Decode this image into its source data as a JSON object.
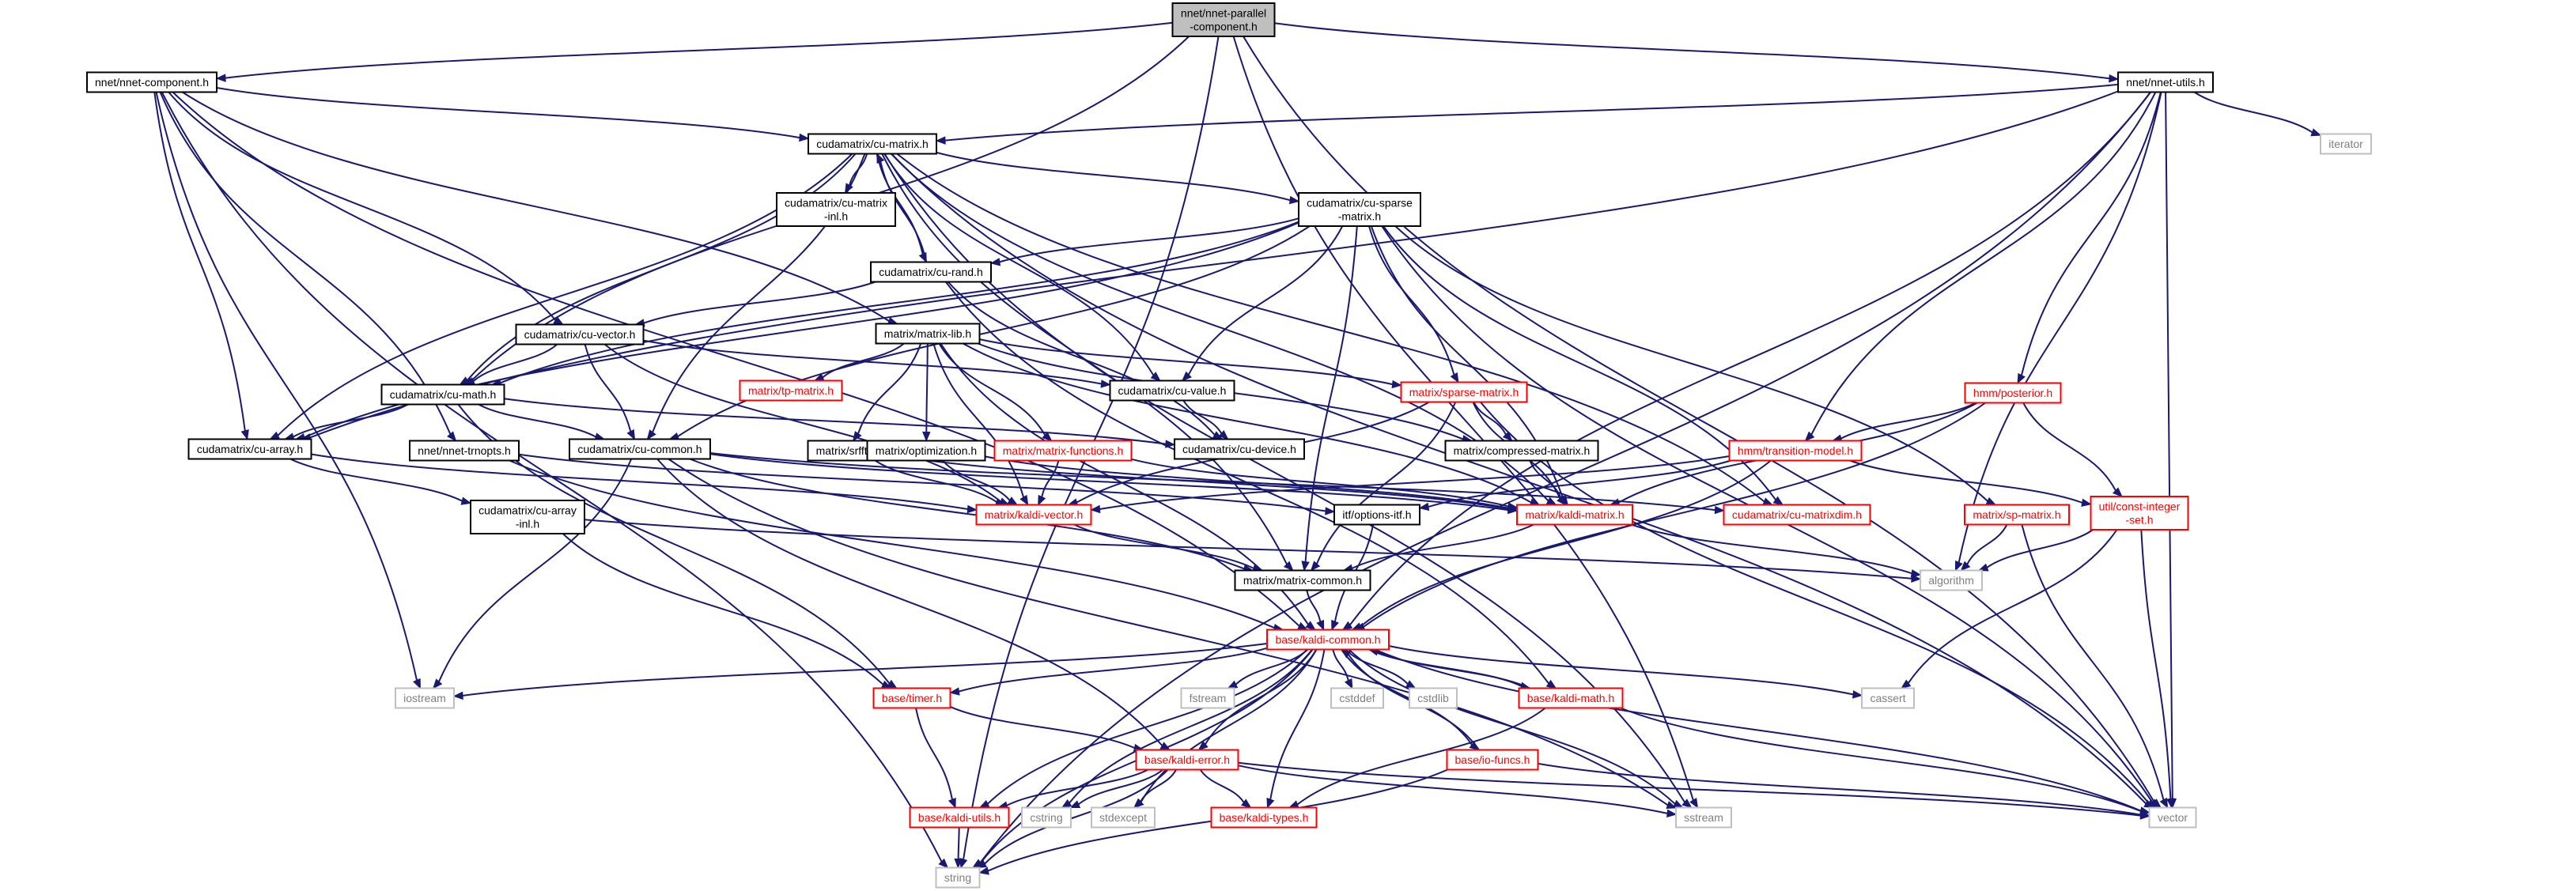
{
  "colors": {
    "edge": "#191970",
    "node_border": "#000000",
    "node_border_red": "#ff0000",
    "node_border_gray": "#bfbfbf",
    "root_fill": "#bfbfbf",
    "text": "#000000",
    "text_gray": "#7f7f7f"
  },
  "nodes": [
    {
      "id": "root",
      "style": "root",
      "lines": [
        "nnet/nnet-parallel",
        "-component.h"
      ]
    },
    {
      "id": "nnetcomp",
      "style": "black",
      "lines": [
        "nnet/nnet-component.h"
      ]
    },
    {
      "id": "nnetutils",
      "style": "black",
      "lines": [
        "nnet/nnet-utils.h"
      ]
    },
    {
      "id": "cumatrix",
      "style": "black",
      "lines": [
        "cudamatrix/cu-matrix.h"
      ]
    },
    {
      "id": "iterator",
      "style": "gray",
      "lines": [
        "iterator"
      ]
    },
    {
      "id": "cumatrixinl",
      "style": "black",
      "lines": [
        "cudamatrix/cu-matrix",
        "-inl.h"
      ]
    },
    {
      "id": "cusparse",
      "style": "black",
      "lines": [
        "cudamatrix/cu-sparse",
        "-matrix.h"
      ]
    },
    {
      "id": "curand",
      "style": "black",
      "lines": [
        "cudamatrix/cu-rand.h"
      ]
    },
    {
      "id": "cuvector",
      "style": "black",
      "lines": [
        "cudamatrix/cu-vector.h"
      ]
    },
    {
      "id": "matrixlib",
      "style": "black",
      "lines": [
        "matrix/matrix-lib.h"
      ]
    },
    {
      "id": "tpmatrix",
      "style": "red",
      "lines": [
        "matrix/tp-matrix.h"
      ]
    },
    {
      "id": "cuvalue",
      "style": "black",
      "lines": [
        "cudamatrix/cu-value.h"
      ]
    },
    {
      "id": "sparsematrix",
      "style": "red",
      "lines": [
        "matrix/sparse-matrix.h"
      ]
    },
    {
      "id": "posterior",
      "style": "red",
      "lines": [
        "hmm/posterior.h"
      ]
    },
    {
      "id": "cumath",
      "style": "black",
      "lines": [
        "cudamatrix/cu-math.h"
      ]
    },
    {
      "id": "cuarray",
      "style": "black",
      "lines": [
        "cudamatrix/cu-array.h"
      ]
    },
    {
      "id": "nnettrnopts",
      "style": "black",
      "lines": [
        "nnet/nnet-trnopts.h"
      ]
    },
    {
      "id": "cucommon",
      "style": "black",
      "lines": [
        "cudamatrix/cu-common.h"
      ]
    },
    {
      "id": "srfft",
      "style": "black",
      "lines": [
        "matrix/srfft.h"
      ]
    },
    {
      "id": "optimization",
      "style": "black",
      "lines": [
        "matrix/optimization.h"
      ]
    },
    {
      "id": "matrixfunctions",
      "style": "red",
      "lines": [
        "matrix/matrix-functions.h"
      ]
    },
    {
      "id": "cudevice",
      "style": "black",
      "lines": [
        "cudamatrix/cu-device.h"
      ]
    },
    {
      "id": "compressed",
      "style": "black",
      "lines": [
        "matrix/compressed-matrix.h"
      ]
    },
    {
      "id": "transmodel",
      "style": "red",
      "lines": [
        "hmm/transition-model.h"
      ]
    },
    {
      "id": "cuarrayinl",
      "style": "black",
      "lines": [
        "cudamatrix/cu-array",
        "-inl.h"
      ]
    },
    {
      "id": "kaldivector",
      "style": "red",
      "lines": [
        "matrix/kaldi-vector.h"
      ]
    },
    {
      "id": "optionsitf",
      "style": "black",
      "lines": [
        "itf/options-itf.h"
      ]
    },
    {
      "id": "kaldimatrix",
      "style": "red",
      "lines": [
        "matrix/kaldi-matrix.h"
      ]
    },
    {
      "id": "cumatrixdim",
      "style": "red",
      "lines": [
        "cudamatrix/cu-matrixdim.h"
      ]
    },
    {
      "id": "spmatrix",
      "style": "red",
      "lines": [
        "matrix/sp-matrix.h"
      ]
    },
    {
      "id": "constint",
      "style": "red",
      "lines": [
        "util/const-integer",
        "-set.h"
      ]
    },
    {
      "id": "algorithm",
      "style": "gray",
      "lines": [
        "algorithm"
      ]
    },
    {
      "id": "matrixcommon",
      "style": "black",
      "lines": [
        "matrix/matrix-common.h"
      ]
    },
    {
      "id": "kaldicommon",
      "style": "red",
      "lines": [
        "base/kaldi-common.h"
      ]
    },
    {
      "id": "iostream",
      "style": "gray",
      "lines": [
        "iostream"
      ]
    },
    {
      "id": "timer",
      "style": "red",
      "lines": [
        "base/timer.h"
      ]
    },
    {
      "id": "fstream",
      "style": "gray",
      "lines": [
        "fstream"
      ]
    },
    {
      "id": "cstddef",
      "style": "gray",
      "lines": [
        "cstddef"
      ]
    },
    {
      "id": "cstdlib",
      "style": "gray",
      "lines": [
        "cstdlib"
      ]
    },
    {
      "id": "kaldimath",
      "style": "red",
      "lines": [
        "base/kaldi-math.h"
      ]
    },
    {
      "id": "cassert",
      "style": "gray",
      "lines": [
        "cassert"
      ]
    },
    {
      "id": "iofuncs",
      "style": "red",
      "lines": [
        "base/io-funcs.h"
      ]
    },
    {
      "id": "kaldierror",
      "style": "red",
      "lines": [
        "base/kaldi-error.h"
      ]
    },
    {
      "id": "kaldiutils",
      "style": "red",
      "lines": [
        "base/kaldi-utils.h"
      ]
    },
    {
      "id": "cstring",
      "style": "gray",
      "lines": [
        "cstring"
      ]
    },
    {
      "id": "stdexcept",
      "style": "gray",
      "lines": [
        "stdexcept"
      ]
    },
    {
      "id": "kalditypes",
      "style": "red",
      "lines": [
        "base/kaldi-types.h"
      ]
    },
    {
      "id": "sstream",
      "style": "gray",
      "lines": [
        "sstream"
      ]
    },
    {
      "id": "vector",
      "style": "gray",
      "lines": [
        "vector"
      ]
    },
    {
      "id": "string",
      "style": "gray",
      "lines": [
        "string"
      ]
    }
  ],
  "edges": [
    [
      "root",
      "nnetcomp"
    ],
    [
      "root",
      "nnetutils"
    ],
    [
      "root",
      "cumath"
    ],
    [
      "root",
      "vector"
    ],
    [
      "root",
      "string"
    ],
    [
      "root",
      "sstream"
    ],
    [
      "nnetcomp",
      "cumatrix"
    ],
    [
      "nnetcomp",
      "cuvector"
    ],
    [
      "nnetcomp",
      "matrixlib"
    ],
    [
      "nnetcomp",
      "cuarray"
    ],
    [
      "nnetcomp",
      "nnettrnopts"
    ],
    [
      "nnetcomp",
      "kaldicommon"
    ],
    [
      "nnetcomp",
      "iostream"
    ],
    [
      "nnetcomp",
      "string"
    ],
    [
      "nnetutils",
      "cumatrix"
    ],
    [
      "nnetutils",
      "iterator"
    ],
    [
      "nnetutils",
      "posterior"
    ],
    [
      "nnetutils",
      "transmodel"
    ],
    [
      "nnetutils",
      "cuarray"
    ],
    [
      "nnetutils",
      "algorithm"
    ],
    [
      "nnetutils",
      "kaldicommon"
    ],
    [
      "nnetutils",
      "vector"
    ],
    [
      "nnetutils",
      "string"
    ],
    [
      "cumatrix",
      "cumatrixinl"
    ],
    [
      "cumatrix",
      "cusparse"
    ],
    [
      "cumatrix",
      "curand"
    ],
    [
      "cumatrix",
      "cumath"
    ],
    [
      "cumatrix",
      "cuarray"
    ],
    [
      "cumatrix",
      "cucommon"
    ],
    [
      "cumatrix",
      "cuvalue"
    ],
    [
      "cumatrix",
      "kaldimatrix"
    ],
    [
      "cumatrix",
      "matrixcommon"
    ],
    [
      "cumatrix",
      "cumatrixdim"
    ],
    [
      "cumatrix",
      "sstream"
    ],
    [
      "cumatrix",
      "vector"
    ],
    [
      "cusparse",
      "curand"
    ],
    [
      "cusparse",
      "cuvalue"
    ],
    [
      "cusparse",
      "sparsematrix"
    ],
    [
      "cusparse",
      "cucommon"
    ],
    [
      "cusparse",
      "cumath"
    ],
    [
      "cusparse",
      "cuarray"
    ],
    [
      "cusparse",
      "kaldimatrix"
    ],
    [
      "cusparse",
      "matrixcommon"
    ],
    [
      "cusparse",
      "cumatrixdim"
    ],
    [
      "cusparse",
      "vector"
    ],
    [
      "cusparse",
      "spmatrix"
    ],
    [
      "curand",
      "cumatrix"
    ],
    [
      "curand",
      "cuvector"
    ],
    [
      "curand",
      "cudevice"
    ],
    [
      "curand",
      "kaldimath"
    ],
    [
      "cuvector",
      "cumath"
    ],
    [
      "cuvector",
      "cucommon"
    ],
    [
      "cuvector",
      "cuvalue"
    ],
    [
      "cuvector",
      "kaldivector"
    ],
    [
      "matrixlib",
      "tpmatrix"
    ],
    [
      "matrixlib",
      "sparsematrix"
    ],
    [
      "matrixlib",
      "srfft"
    ],
    [
      "matrixlib",
      "optimization"
    ],
    [
      "matrixlib",
      "matrixfunctions"
    ],
    [
      "matrixlib",
      "compressed"
    ],
    [
      "matrixlib",
      "kaldivector"
    ],
    [
      "matrixlib",
      "kaldimatrix"
    ],
    [
      "matrixlib",
      "kaldicommon"
    ],
    [
      "cuvalue",
      "cudevice"
    ],
    [
      "sparsematrix",
      "compressed"
    ],
    [
      "sparsematrix",
      "kaldimatrix"
    ],
    [
      "sparsematrix",
      "kaldivector"
    ],
    [
      "sparsematrix",
      "matrixcommon"
    ],
    [
      "sparsematrix",
      "vector"
    ],
    [
      "posterior",
      "transmodel"
    ],
    [
      "posterior",
      "constint"
    ],
    [
      "posterior",
      "kaldimatrix"
    ],
    [
      "posterior",
      "kaldicommon"
    ],
    [
      "cumath",
      "cuarray"
    ],
    [
      "cumath",
      "cucommon"
    ],
    [
      "cumath",
      "cudevice"
    ],
    [
      "cumath",
      "timer"
    ],
    [
      "cuarray",
      "cuarrayinl"
    ],
    [
      "cuarray",
      "kaldivector"
    ],
    [
      "nnettrnopts",
      "kaldicommon"
    ],
    [
      "nnettrnopts",
      "optionsitf"
    ],
    [
      "cucommon",
      "iostream"
    ],
    [
      "cucommon",
      "kaldierror"
    ],
    [
      "cucommon",
      "kaldimatrix"
    ],
    [
      "cucommon",
      "cumatrixdim"
    ],
    [
      "cucommon",
      "matrixcommon"
    ],
    [
      "cucommon",
      "sstream"
    ],
    [
      "srfft",
      "kaldivector"
    ],
    [
      "srfft",
      "kaldimatrix"
    ],
    [
      "optimization",
      "kaldivector"
    ],
    [
      "optimization",
      "kaldimatrix"
    ],
    [
      "matrixfunctions",
      "kaldivector"
    ],
    [
      "matrixfunctions",
      "kaldimatrix"
    ],
    [
      "compressed",
      "kaldimatrix"
    ],
    [
      "transmodel",
      "kaldivector"
    ],
    [
      "transmodel",
      "constint"
    ],
    [
      "transmodel",
      "kaldicommon"
    ],
    [
      "transmodel",
      "optionsitf"
    ],
    [
      "cuarrayinl",
      "timer"
    ],
    [
      "cuarrayinl",
      "algorithm"
    ],
    [
      "kaldivector",
      "matrixcommon"
    ],
    [
      "optionsitf",
      "kaldicommon"
    ],
    [
      "kaldimatrix",
      "matrixcommon"
    ],
    [
      "kaldimatrix",
      "algorithm"
    ],
    [
      "spmatrix",
      "algorithm"
    ],
    [
      "spmatrix",
      "vector"
    ],
    [
      "constint",
      "algorithm"
    ],
    [
      "constint",
      "cassert"
    ],
    [
      "constint",
      "vector"
    ],
    [
      "matrixcommon",
      "kaldicommon"
    ],
    [
      "kaldicommon",
      "iostream"
    ],
    [
      "kaldicommon",
      "timer"
    ],
    [
      "kaldicommon",
      "fstream"
    ],
    [
      "kaldicommon",
      "cstddef"
    ],
    [
      "kaldicommon",
      "cstdlib"
    ],
    [
      "kaldicommon",
      "kaldimath"
    ],
    [
      "kaldicommon",
      "cassert"
    ],
    [
      "kaldicommon",
      "iofuncs"
    ],
    [
      "kaldicommon",
      "kaldierror"
    ],
    [
      "kaldicommon",
      "kaldiutils"
    ],
    [
      "kaldicommon",
      "cstring"
    ],
    [
      "kaldicommon",
      "stdexcept"
    ],
    [
      "kaldicommon",
      "kalditypes"
    ],
    [
      "kaldicommon",
      "sstream"
    ],
    [
      "kaldicommon",
      "vector"
    ],
    [
      "kaldicommon",
      "string"
    ],
    [
      "timer",
      "kaldierror"
    ],
    [
      "timer",
      "kaldiutils"
    ],
    [
      "kaldimath",
      "kaldicommon"
    ],
    [
      "kaldimath",
      "kalditypes"
    ],
    [
      "kaldimath",
      "vector"
    ],
    [
      "iofuncs",
      "kaldicommon"
    ],
    [
      "iofuncs",
      "string"
    ],
    [
      "iofuncs",
      "vector"
    ],
    [
      "kaldierror",
      "kaldiutils"
    ],
    [
      "kaldierror",
      "cstring"
    ],
    [
      "kaldierror",
      "stdexcept"
    ],
    [
      "kaldierror",
      "kalditypes"
    ],
    [
      "kaldierror",
      "sstream"
    ],
    [
      "kaldierror",
      "string"
    ],
    [
      "kaldierror",
      "vector"
    ],
    [
      "kaldiutils",
      "string"
    ]
  ]
}
